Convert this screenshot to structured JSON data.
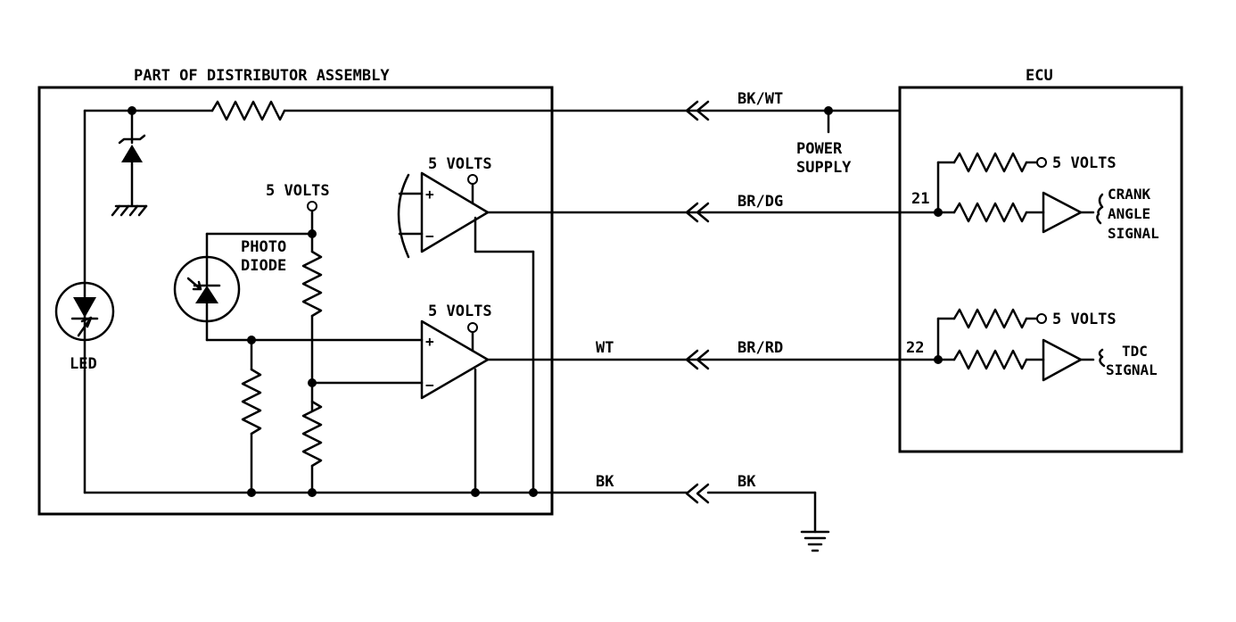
{
  "distributor": {
    "title": "PART OF DISTRIBUTOR ASSEMBLY",
    "led_label": "LED",
    "photo_diode_line1": "PHOTO",
    "photo_diode_line2": "DIODE"
  },
  "ecu": {
    "title": "ECU",
    "pin_crank": "21",
    "pin_tdc": "22",
    "crank_line1": "CRANK",
    "crank_line2": "ANGLE",
    "crank_line3": "SIGNAL",
    "tdc_line1": "TDC",
    "tdc_line2": "SIGNAL"
  },
  "supply": {
    "five_volts": "5 VOLTS",
    "power_line1": "POWER",
    "power_line2": "SUPPLY"
  },
  "wires": {
    "bkwt": "BK/WT",
    "brdg": "BR/DG",
    "wt": "WT",
    "brrd": "BR/RD",
    "bk_left": "BK",
    "bk_right": "BK"
  },
  "opamp": {
    "plus": "+",
    "minus": "−"
  }
}
